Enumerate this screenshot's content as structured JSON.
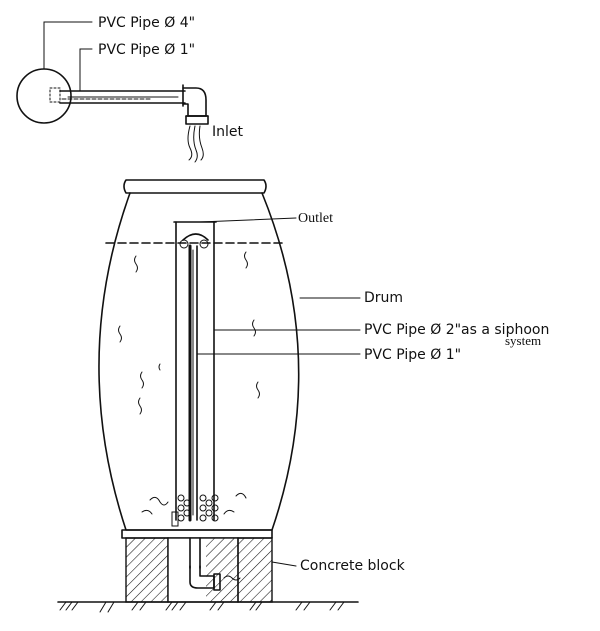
{
  "labels": {
    "pipe_4in": "PVC Pipe  Ø  4\"",
    "pipe_1in_top": "PVC Pipe  Ø  1\"",
    "inlet": "Inlet",
    "outlet": "Outlet",
    "drum": "Drum",
    "pipe_2in_main": "PVC Pipe   Ø   2\"as a siphoon",
    "pipe_2in_sub": "system",
    "pipe_1in_inner": "PVC Pipe   Ø   1\"",
    "concrete_block": "Concrete  block"
  },
  "colors": {
    "ink": "#111111",
    "paper": "#ffffff"
  }
}
